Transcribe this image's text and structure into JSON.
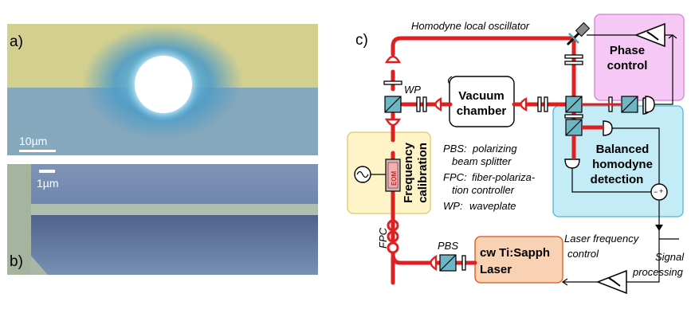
{
  "panels": {
    "a": {
      "label": "a)",
      "scale_bar": "10µm"
    },
    "b": {
      "label": "b)",
      "scale_bar": "1µm"
    },
    "c": {
      "label": "c)"
    }
  },
  "boxes": {
    "phase_control": {
      "line1": "Phase",
      "line2": "control",
      "fill": "#f6c8f5",
      "stroke": "#d77fd3"
    },
    "vacuum_chamber": {
      "line1": "Vacuum",
      "line2": "chamber"
    },
    "balanced_detection": {
      "line1": "Balanced",
      "line2": "homodyne",
      "line3": "detection",
      "fill": "#c4ecf7",
      "stroke": "#4fb6d8"
    },
    "frequency_calibration": {
      "line1": "Frequency",
      "line2": "calibration",
      "eom": "EOM",
      "fill": "#fff4c8",
      "stroke": "#e1c66a"
    },
    "laser": {
      "line1": "cw Ti:Sapph",
      "line2": "Laser",
      "fill": "#f9d1b3",
      "stroke": "#d9541e"
    }
  },
  "labels": {
    "local_oscillator": "Homodyne local oscillator",
    "wp": "WP",
    "fpc": "FPC",
    "pbs": "PBS",
    "laser_freq_1": "Laser frequency",
    "laser_freq_2": "control",
    "signal_1": "Signal",
    "signal_2": "processing",
    "minus": "−",
    "plus": "+"
  },
  "legend": [
    {
      "abbr": "PBS:",
      "text1": "polarizing",
      "text2": "beam splitter"
    },
    {
      "abbr": "FPC:",
      "text1": "fiber-polariza-",
      "text2": "tion controller"
    },
    {
      "abbr": "WP:",
      "text1": "waveplate",
      "text2": ""
    }
  ],
  "colors": {
    "beam": "#e02020",
    "pbs": "#6fb6c4",
    "wire": "#000000"
  }
}
